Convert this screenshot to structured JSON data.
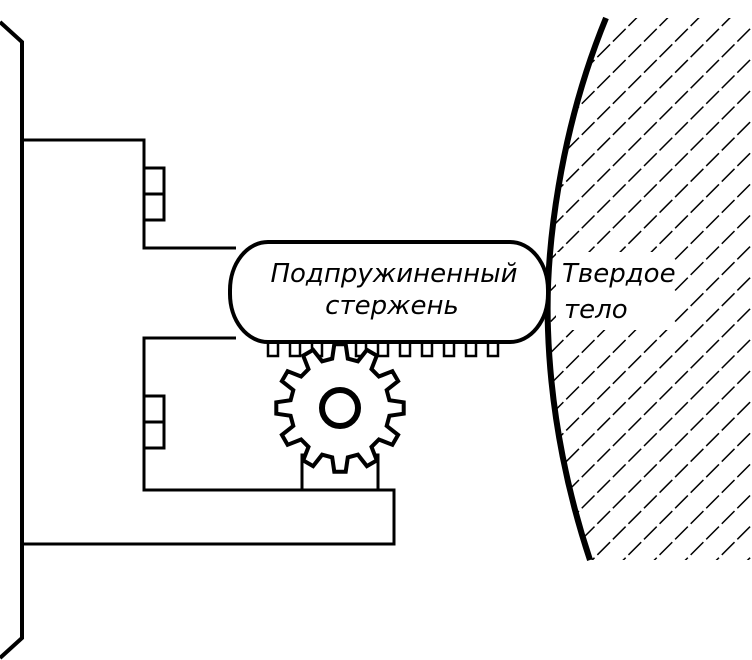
{
  "rod": {
    "line1": "Подпружиненный",
    "line2": "стержень"
  },
  "solid": {
    "line1": "Твердое",
    "line2": "тело"
  },
  "colors": {
    "ink": "#000000",
    "paper": "#ffffff"
  }
}
